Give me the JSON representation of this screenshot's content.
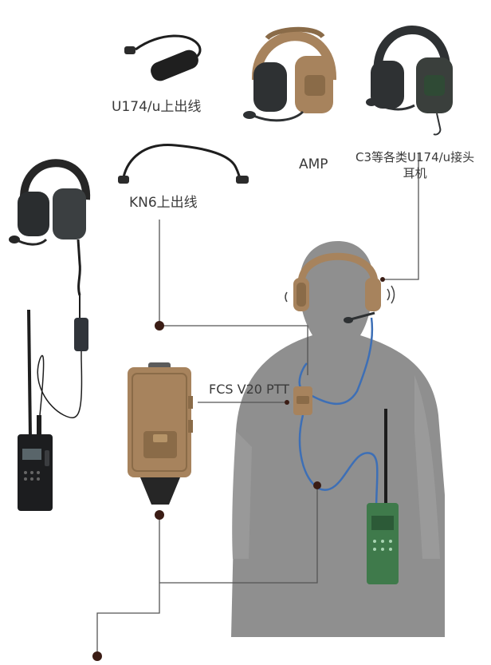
{
  "labels": {
    "u174_cable": "U174/u上出线",
    "kn6_cable": "KN6上出线",
    "amp": "AMP",
    "c3_line1": "C3等各类U174/u接头",
    "c3_line2": "耳机",
    "fcs_ptt": "FCS V20 PTT"
  },
  "colors": {
    "line": "#555555",
    "dot": "#3a1c14",
    "cable_blue": "#3d6fb6",
    "silhouette": "#8f8f8f",
    "tan": "#a7835d",
    "dark_gear": "#2e3133",
    "radio_green": "#3f7a4b"
  },
  "icons": {
    "u174": "cable-u174-icon",
    "kn6": "cable-kn6-icon",
    "amp": "amp-headset-icon",
    "c3": "c3-headset-icon",
    "left_headset": "black-headset-icon",
    "handheld_radio": "handheld-radio-icon",
    "ptt": "ptt-box-icon",
    "soldier": "soldier-silhouette"
  }
}
